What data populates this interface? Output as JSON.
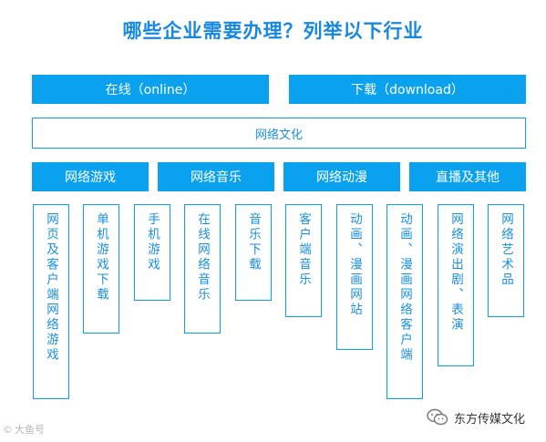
{
  "title": "哪些企业需要办理？列举以下行业",
  "top_boxes": [
    {
      "label": "在线（online）"
    },
    {
      "label": "下载（download）"
    }
  ],
  "culture_label": "网络文化",
  "categories": [
    {
      "label": "网络游戏"
    },
    {
      "label": "网络音乐"
    },
    {
      "label": "网络动漫"
    },
    {
      "label": "直播及其他"
    }
  ],
  "leaves": [
    "网页及客户端网络游戏",
    "单机游戏下载",
    "手机游戏",
    "在线网络音乐",
    "音乐下载",
    "客户端音乐",
    "动画、漫画网站",
    "动画、漫画网络客户端",
    "网络演出剧、表演",
    "网络艺术品"
  ],
  "footer": {
    "left_watermark": "大鱼号",
    "right_brand": "东方传媒文化"
  },
  "colors": {
    "accent": "#0aa1ef",
    "title": "#1788e0"
  }
}
